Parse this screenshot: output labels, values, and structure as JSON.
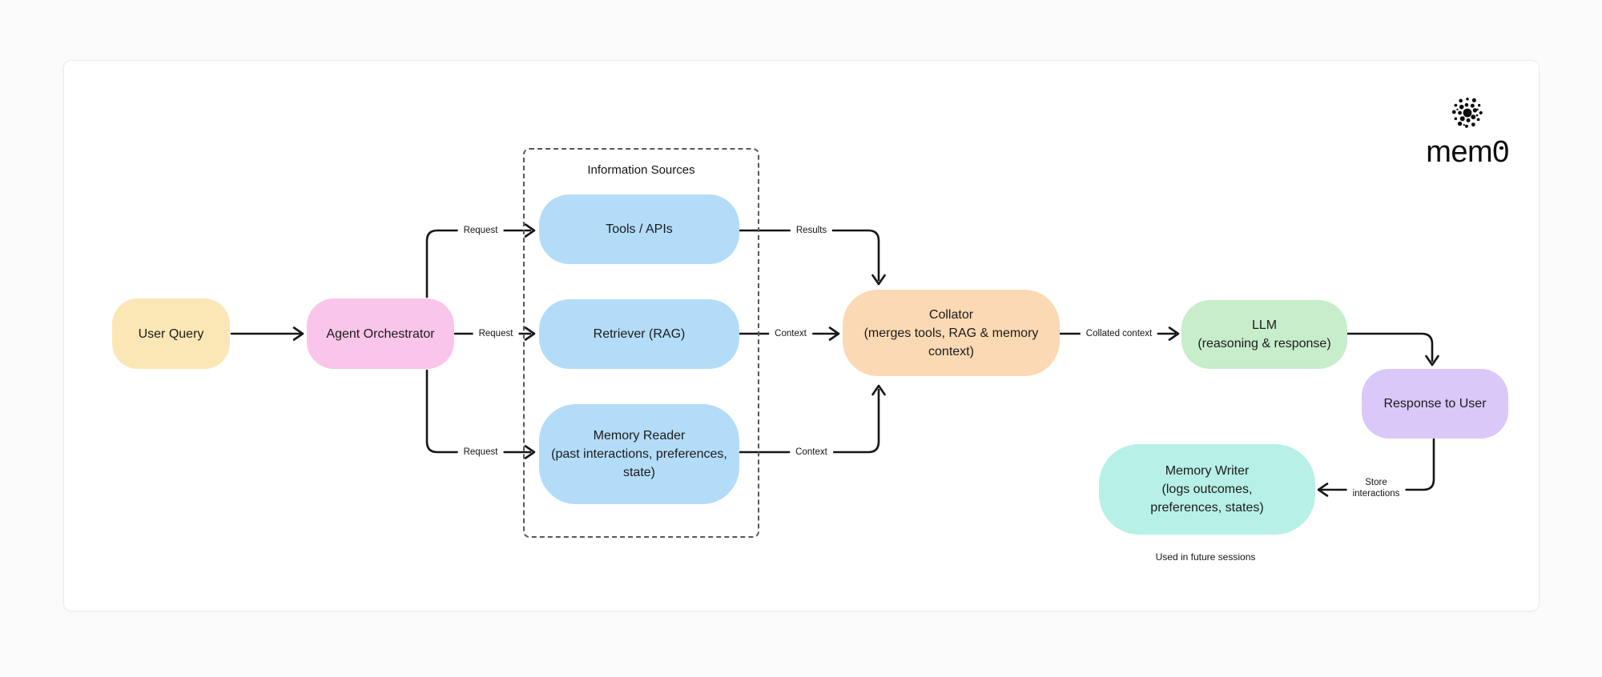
{
  "page": {
    "background": "#fbfbfb",
    "card_background": "#ffffff",
    "card_border": "#ececec",
    "wire_color": "#161616"
  },
  "logo": {
    "brand": "mem0",
    "icon": "dot-cluster-icon",
    "color": "#0d0d0d"
  },
  "group": {
    "title": "Information Sources"
  },
  "nodes": {
    "user_query": {
      "label": "User Query",
      "color": "#fbe7b5"
    },
    "agent_orchestrator": {
      "label": "Agent Orchestrator",
      "color": "#fac5ea"
    },
    "tools_apis": {
      "label": "Tools / APIs",
      "color": "#b3dcf8"
    },
    "retriever_rag": {
      "label": "Retriever (RAG)",
      "color": "#b3dcf8"
    },
    "memory_reader": {
      "label": "Memory Reader\n(past interactions, preferences,\nstate)",
      "color": "#b3dcf8"
    },
    "collator": {
      "label": "Collator\n(merges tools, RAG & memory\ncontext)",
      "color": "#fbd9b4"
    },
    "llm": {
      "label": "LLM\n(reasoning & response)",
      "color": "#c7edcb"
    },
    "response_to_user": {
      "label": "Response to User",
      "color": "#d9c8f8"
    },
    "memory_writer": {
      "label": "Memory Writer\n(logs outcomes,\npreferences, states)",
      "color": "#b7f0e6"
    }
  },
  "edges": {
    "request_tools": {
      "label": "Request"
    },
    "request_retriever": {
      "label": "Request"
    },
    "request_memory": {
      "label": "Request"
    },
    "results": {
      "label": "Results"
    },
    "context_retriever": {
      "label": "Context"
    },
    "context_memory": {
      "label": "Context"
    },
    "collated_context": {
      "label": "Collated context"
    },
    "store_interactions": {
      "label": "Store\ninteractions"
    }
  },
  "notes": {
    "future_sessions": "Used in future sessions"
  }
}
